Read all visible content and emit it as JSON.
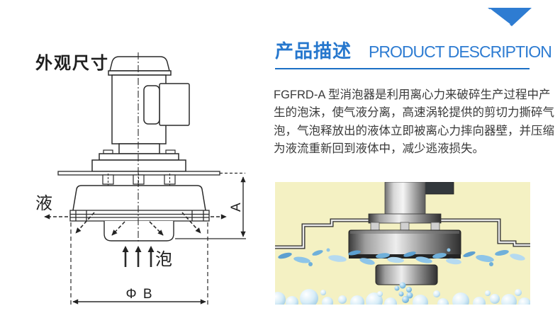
{
  "page": {
    "background": "#ffffff",
    "accent_blue": "#2677cd",
    "divider_blue": "#1b6fc5"
  },
  "corner_decoration": {
    "triangle_color": "#2e7cd2"
  },
  "diagram": {
    "title": "外观尺寸",
    "liquid_label": "液",
    "foam_label": "泡",
    "dim_height_label": "A",
    "dim_diameter_label": "Φ B"
  },
  "description": {
    "heading_cn": "产品描述",
    "heading_en": "PRODUCT DESCRIPTION",
    "paragraph_lines": [
      "FGFRD-A 型消泡器是利用离心力来破碎生产过程中产",
      "生的泡沫，使气液分离，高速涡轮提供的剪切力撕碎气",
      "泡，气泡释放出的液体立即被离心力摔向器壁，并压缩",
      "为液流重新回到液体中，减少逃液损失。"
    ]
  },
  "product_image": {
    "background_color": "#f4f1c3"
  }
}
